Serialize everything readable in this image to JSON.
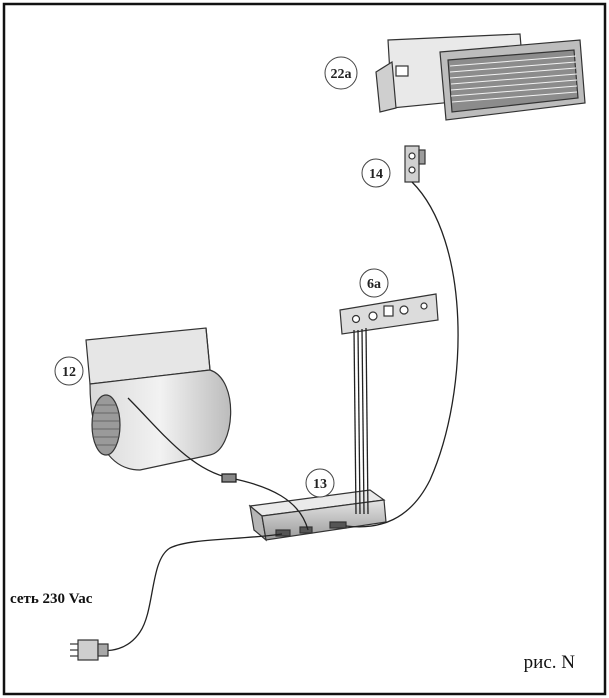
{
  "diagram": {
    "callouts": {
      "grille": "22a",
      "sensor": "14",
      "control_panel": "6a",
      "fan": "12",
      "control_box": "13"
    },
    "mains_label": "сеть 230 Vac",
    "figure_caption": "рис. N"
  }
}
